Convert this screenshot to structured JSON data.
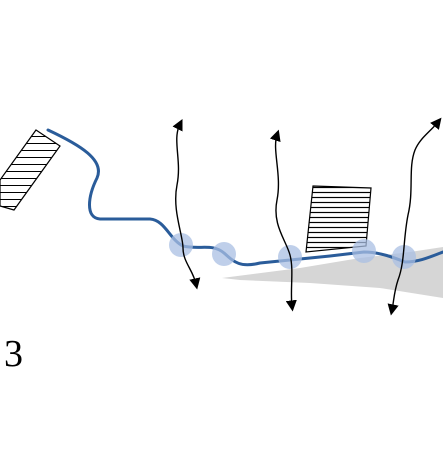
{
  "figure": {
    "panel_label": "3",
    "colors": {
      "route_line": "#2a5c9a",
      "node_fill": "#a9bfe3",
      "ground_fill": "#d6d6d6",
      "hatch_stroke": "#000000",
      "arrow_stroke": "#000000"
    },
    "elements": {
      "route": "blue-route-line",
      "nodes": [
        "node-1",
        "node-2",
        "node-3",
        "node-4",
        "node-5"
      ],
      "crossing_arrows": [
        "arrow-1",
        "arrow-2",
        "arrow-3"
      ],
      "buildings": [
        "hatched-building-left",
        "hatched-building-center"
      ],
      "ground": "gray-ground-wedge"
    }
  }
}
